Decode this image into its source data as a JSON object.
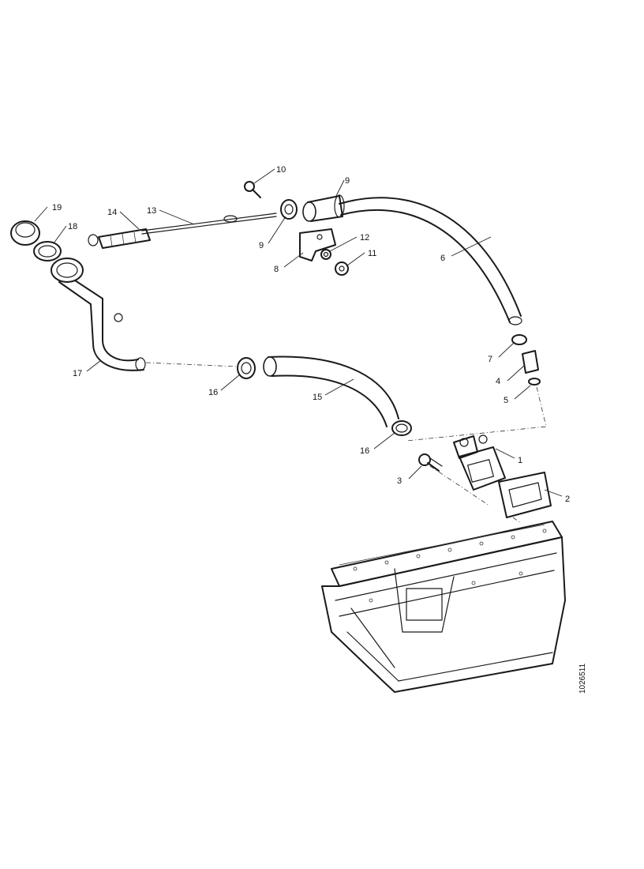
{
  "callouts": [
    {
      "id": "c1",
      "text": "1"
    },
    {
      "id": "c2",
      "text": "2"
    },
    {
      "id": "c3",
      "text": "3"
    },
    {
      "id": "c4",
      "text": "4"
    },
    {
      "id": "c5",
      "text": "5"
    },
    {
      "id": "c6",
      "text": "6"
    },
    {
      "id": "c7",
      "text": "7"
    },
    {
      "id": "c8",
      "text": "8"
    },
    {
      "id": "c9a",
      "text": "9"
    },
    {
      "id": "c9b",
      "text": "9"
    },
    {
      "id": "c10",
      "text": "10"
    },
    {
      "id": "c11",
      "text": "11"
    },
    {
      "id": "c12",
      "text": "12"
    },
    {
      "id": "c13",
      "text": "13"
    },
    {
      "id": "c14",
      "text": "14"
    },
    {
      "id": "c15",
      "text": "15"
    },
    {
      "id": "c16a",
      "text": "16"
    },
    {
      "id": "c16b",
      "text": "16"
    },
    {
      "id": "c17",
      "text": "17"
    },
    {
      "id": "c18",
      "text": "18"
    },
    {
      "id": "c19",
      "text": "19"
    }
  ],
  "reference_number": "1026511"
}
